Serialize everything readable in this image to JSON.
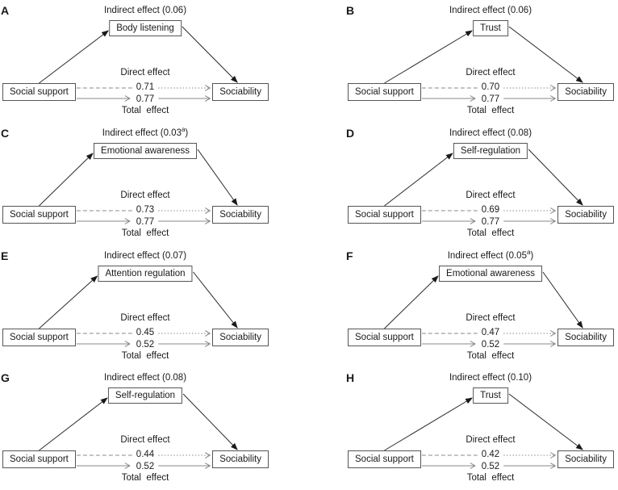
{
  "labels": {
    "predictor": "Social support",
    "outcome": "Sociability",
    "indirect_prefix": "Indirect effect (",
    "indirect_suffix": ")",
    "direct": "Direct effect",
    "total": "Total  effect"
  },
  "colors": {
    "text": "#1a1a1a",
    "box_border": "#555555",
    "horizontal_line": "#8a8a8a",
    "diagonal_line": "#2a2a2a",
    "background": "#ffffff"
  },
  "panels": [
    {
      "letter": "A",
      "mediator": "Body listening",
      "indirect_effect": "0.06",
      "indirect_sup": "",
      "direct_effect": "0.71",
      "total_effect": "0.77"
    },
    {
      "letter": "B",
      "mediator": "Trust",
      "indirect_effect": "0.06",
      "indirect_sup": "",
      "direct_effect": "0.70",
      "total_effect": "0.77"
    },
    {
      "letter": "C",
      "mediator": "Emotional awareness",
      "indirect_effect": "0.03",
      "indirect_sup": "a",
      "direct_effect": "0.73",
      "total_effect": "0.77"
    },
    {
      "letter": "D",
      "mediator": "Self-regulation",
      "indirect_effect": "0.08",
      "indirect_sup": "",
      "direct_effect": "0.69",
      "total_effect": "0.77"
    },
    {
      "letter": "E",
      "mediator": "Attention regulation",
      "indirect_effect": "0.07",
      "indirect_sup": "",
      "direct_effect": "0.45",
      "total_effect": "0.52"
    },
    {
      "letter": "F",
      "mediator": "Emotional awareness",
      "indirect_effect": "0.05",
      "indirect_sup": "a",
      "direct_effect": "0.47",
      "total_effect": "0.52"
    },
    {
      "letter": "G",
      "mediator": "Self-regulation",
      "indirect_effect": "0.08",
      "indirect_sup": "",
      "direct_effect": "0.44",
      "total_effect": "0.52"
    },
    {
      "letter": "H",
      "mediator": "Trust",
      "indirect_effect": "0.10",
      "indirect_sup": "",
      "direct_effect": "0.42",
      "total_effect": "0.52"
    }
  ]
}
